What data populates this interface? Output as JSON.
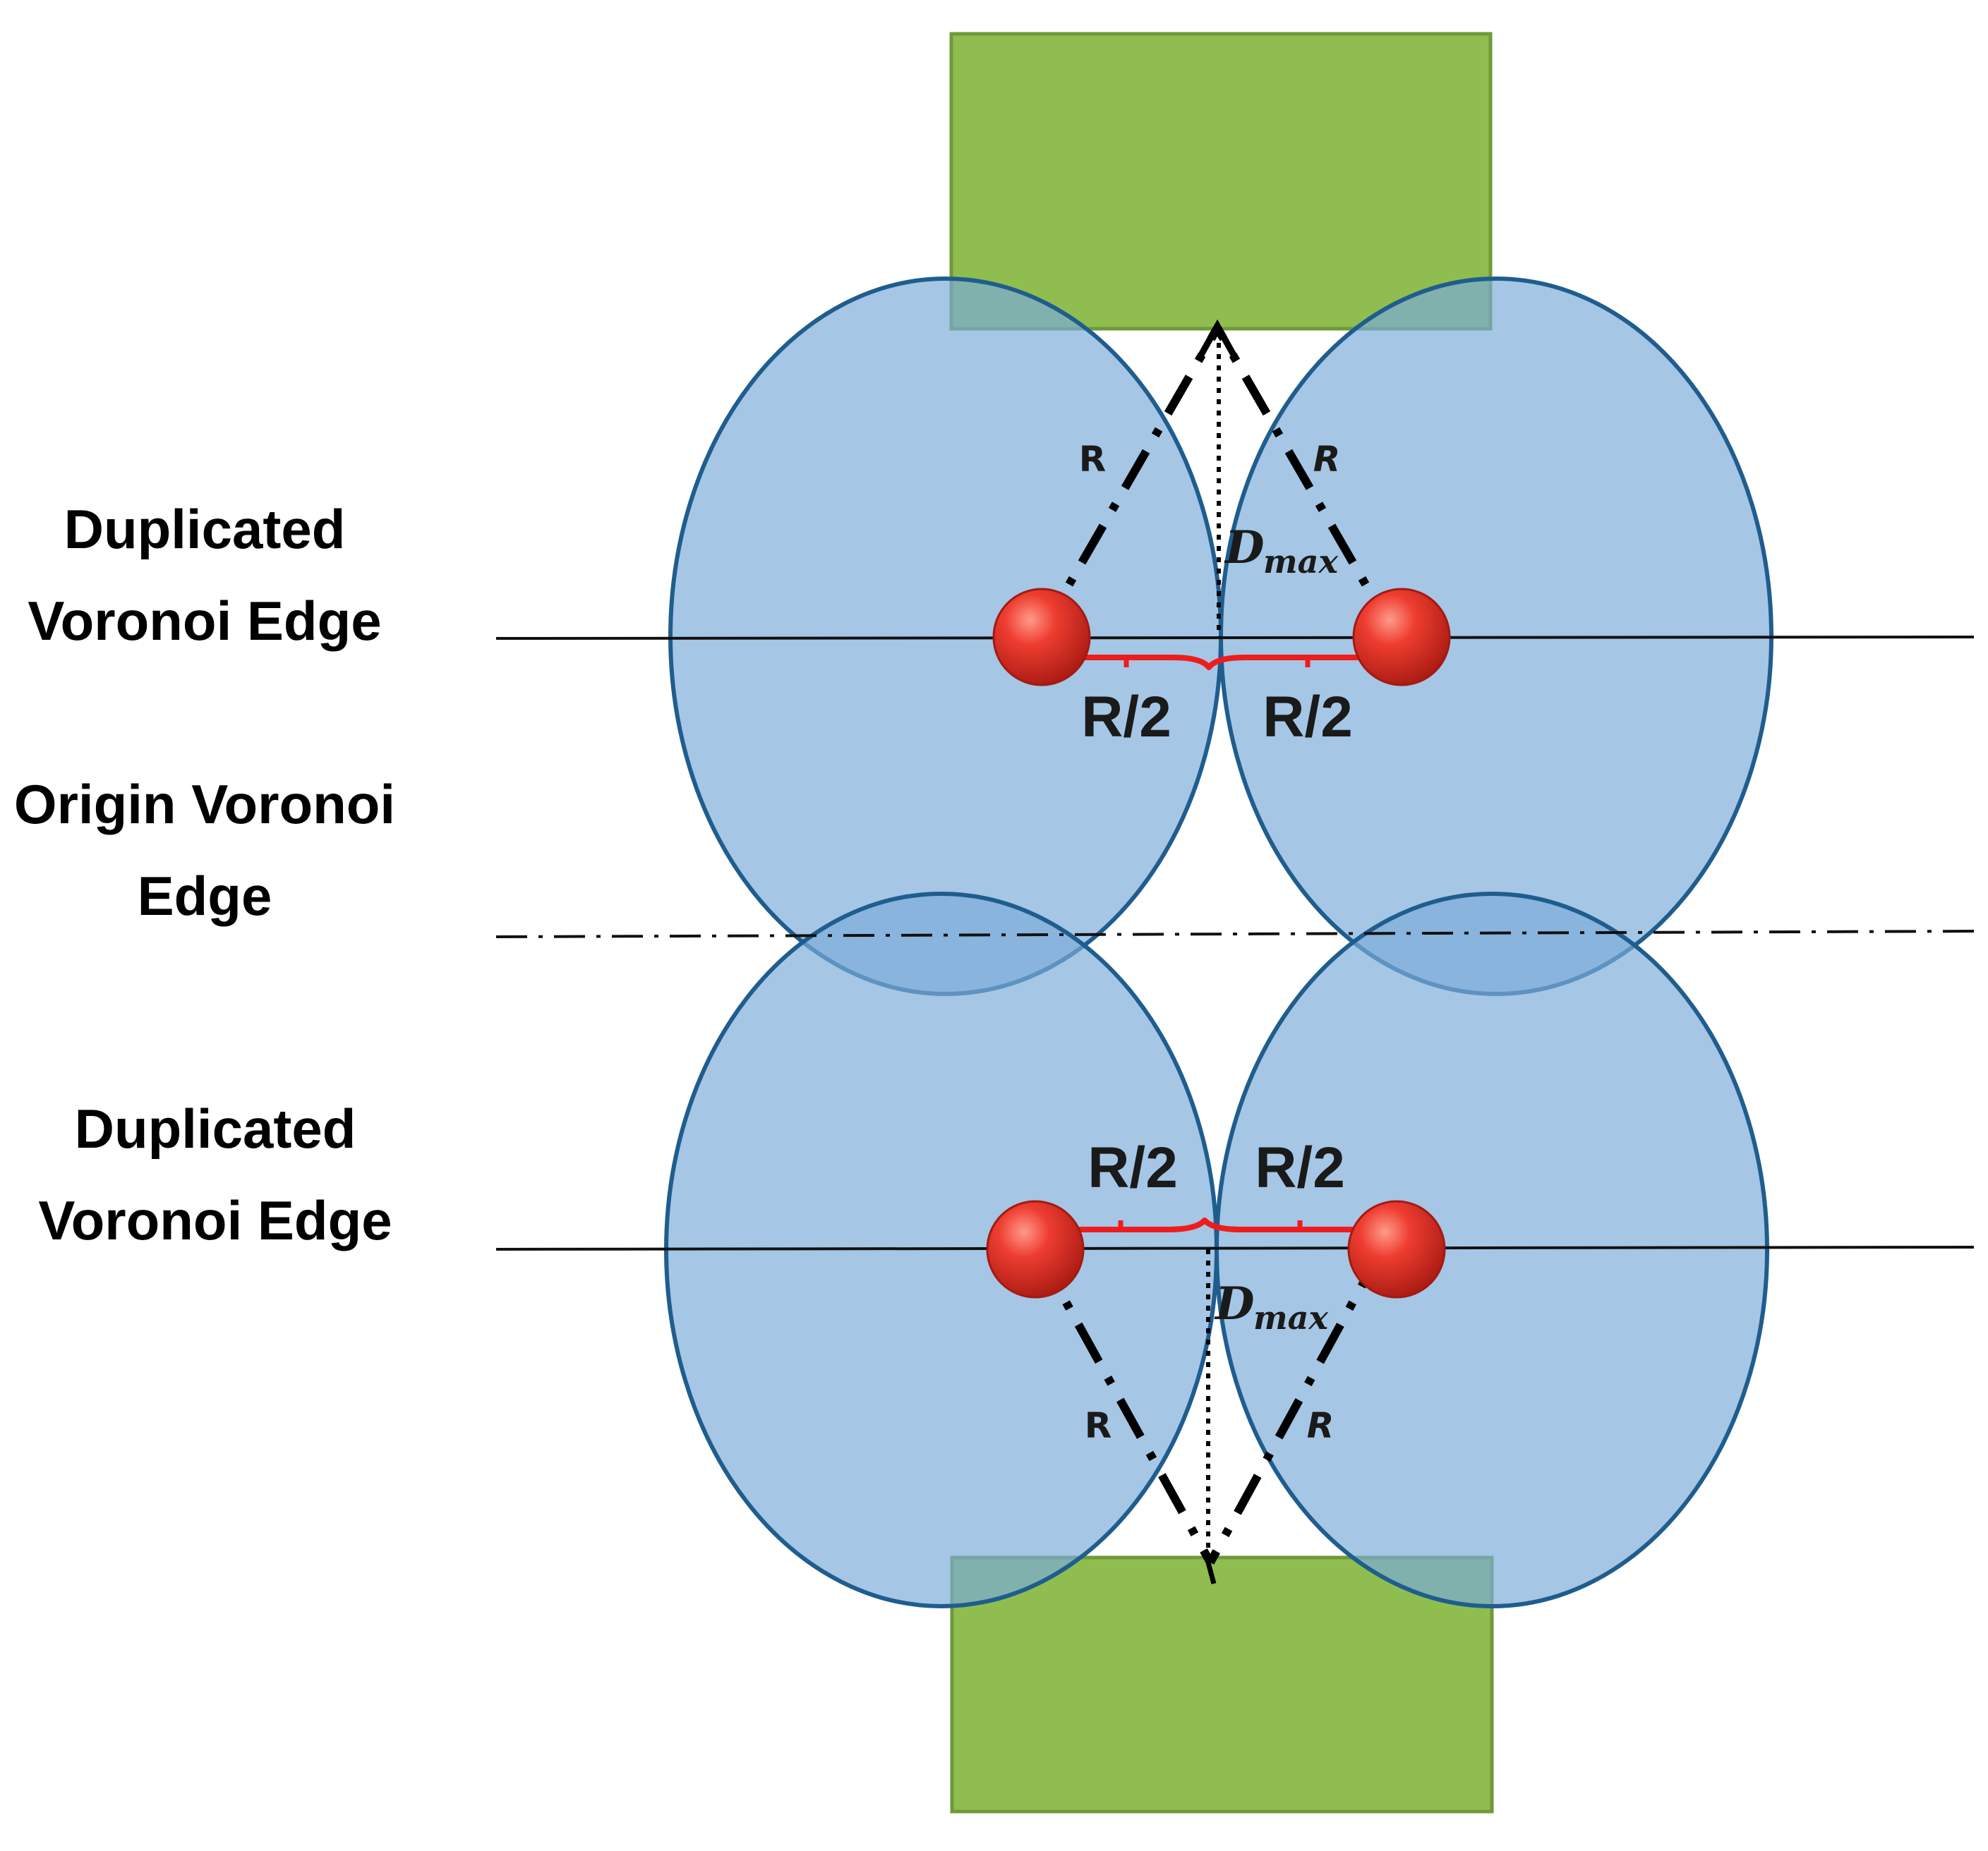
{
  "labels": {
    "top": {
      "line1": "Duplicated",
      "line2": "Voronoi Edge"
    },
    "middle": {
      "line1": "Origin Voronoi",
      "line2": "Edge"
    },
    "bottom": {
      "line1": "Duplicated",
      "line2": "Voronoi Edge"
    }
  },
  "annotations": {
    "radius": "R",
    "half_radius": "R/2",
    "dmax_main": "D",
    "dmax_sub": "max"
  },
  "colors": {
    "obstacle": "#8fbd50",
    "circle_fill": "#9dc0e2",
    "circle_stroke": "#1f5d8e",
    "node": "#e8342c",
    "brace": "#ee1c1c"
  }
}
